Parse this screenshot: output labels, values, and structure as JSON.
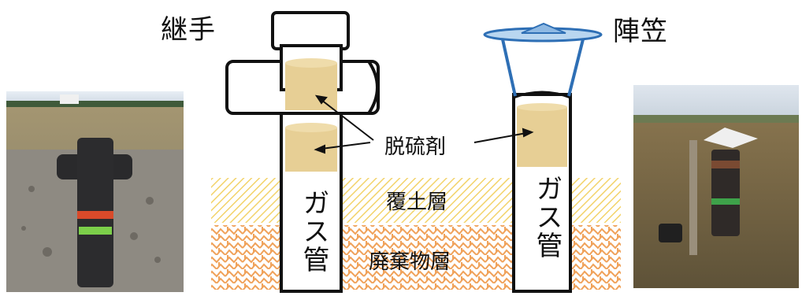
{
  "labels": {
    "joint": "継手",
    "hat": "陣笠",
    "desulfurizer": "脱硫剤",
    "cover_soil": "覆土層",
    "waste_layer": "廃棄物層",
    "gas_pipe_left": "ガス管",
    "gas_pipe_right": "ガス管"
  },
  "photos": {
    "left": "photo of cross-joint gas vent pipe on gravel ground",
    "right": "photo of gas vent pipe with hat-shaped cover in grass field"
  },
  "colors": {
    "desulfurizer_fill": "#E7CF95",
    "cover_soil_hatch": "#F3D36A",
    "waste_layer_pattern": "#F0A25A",
    "hat_fill": "#B9D6F0",
    "hat_stroke": "#2E6FB5",
    "outline": "#111111"
  }
}
